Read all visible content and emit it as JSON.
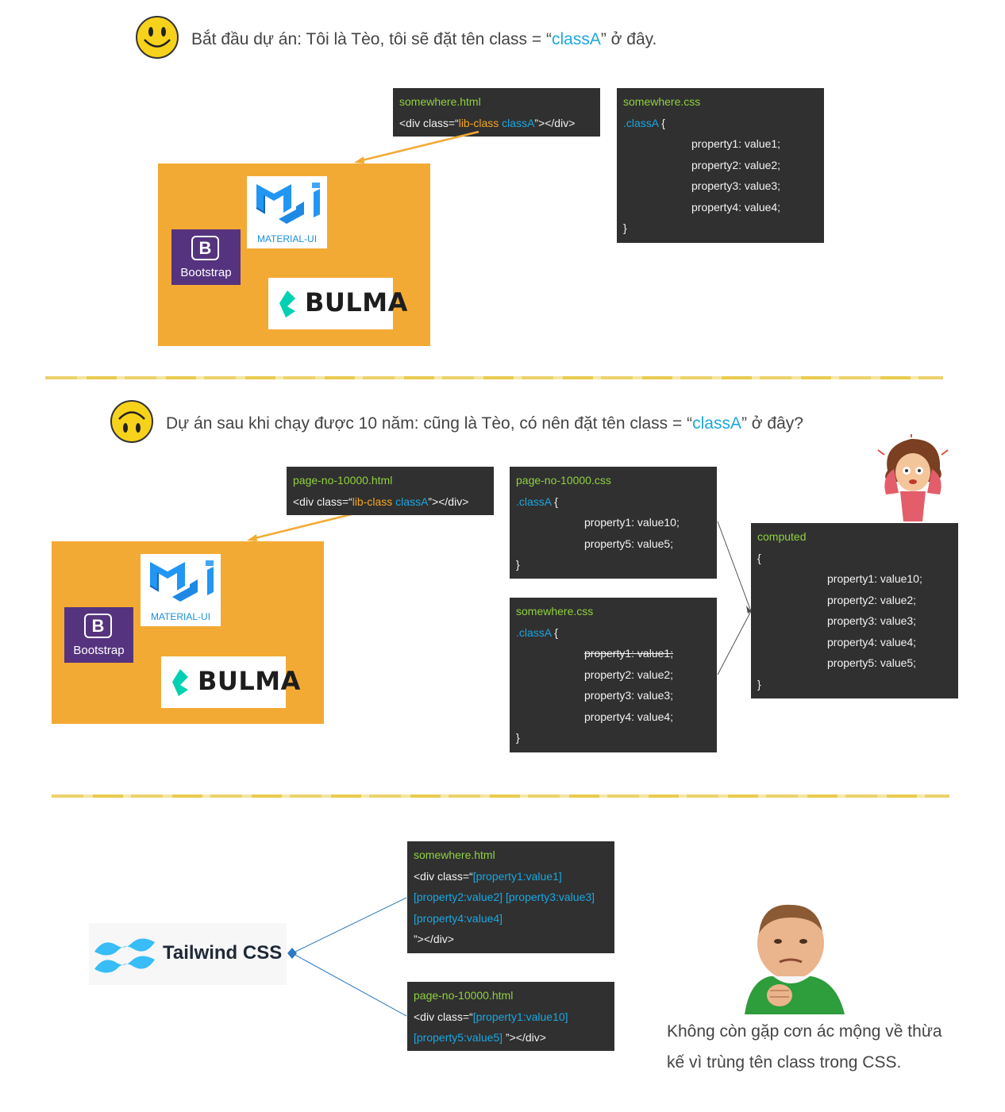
{
  "section1": {
    "heading_pre": "Bắt đầu dự án: Tôi là Tèo, tôi sẽ đặt tên class = “",
    "heading_cls": "classA",
    "heading_post": "” ở đây.",
    "html_box": {
      "filename": "somewhere.html",
      "open": "<div class=“",
      "lib": "lib-class",
      "cls": "classA",
      "close": "”></div>"
    },
    "css_box": {
      "filename": "somewhere.css",
      "selector": ".classA",
      "brace_open": "{",
      "props": [
        "property1: value1;",
        "property2: value2;",
        "property3: value3;",
        "property4: value4;"
      ],
      "brace_close": "}"
    }
  },
  "section2": {
    "heading_pre": "Dự án sau khi chạy được 10 năm: cũng là Tèo, có nên đặt tên class = “",
    "heading_cls": "classA",
    "heading_post": "” ở đây?",
    "html_box": {
      "filename": "page-no-10000.html",
      "open": "<div class=“",
      "lib": "lib-class",
      "cls": "classA",
      "close": "”></div>"
    },
    "page_css_box": {
      "filename": "page-no-10000.css",
      "selector": ".classA",
      "brace_open": "{",
      "props": [
        "property1: value10;",
        "property5: value5;"
      ],
      "brace_close": "}"
    },
    "somewhere_css_box": {
      "filename": "somewhere.css",
      "selector": ".classA",
      "brace_open": "{",
      "struck": "property1: value1;",
      "props": [
        "property2: value2;",
        "property3: value3;",
        "property4: value4;"
      ],
      "brace_close": "}"
    },
    "computed_box": {
      "filename": "computed",
      "brace_open": "{",
      "props": [
        "property1: value10;",
        "property2: value2;",
        "property3: value3;",
        "property4: value4;",
        "property5: value5;"
      ],
      "brace_close": "}"
    }
  },
  "libs": {
    "material": "MATERIAL-UI",
    "bootstrap_letter": "B",
    "bootstrap": "Bootstrap",
    "bulma": "BULMA"
  },
  "section3": {
    "tailwind": "Tailwind CSS",
    "html_box1": {
      "filename": "somewhere.html",
      "line1_pre": "<div class=“",
      "line1_cls": "[property1:value1]",
      "line2": "[property2:value2] [property3:value3]",
      "line3": "[property4:value4]",
      "line4": "”></div>"
    },
    "html_box2": {
      "filename": "page-no-10000.html",
      "line1_pre": "<div class=“",
      "line1_cls": "[property1:value10]",
      "line2_cls": "[property5:value5]",
      "line2_post": " ”></div>"
    },
    "final_line1": "Không còn gặp cơn ác mộng về thừa",
    "final_line2": "kế vì trùng tên class trong CSS."
  },
  "colors": {
    "accent_blue": "#1aa7e0",
    "filename_green": "#8fd13f",
    "lib_orange": "#f5a623",
    "panel_orange": "#f3aa34",
    "code_bg": "#303030"
  }
}
